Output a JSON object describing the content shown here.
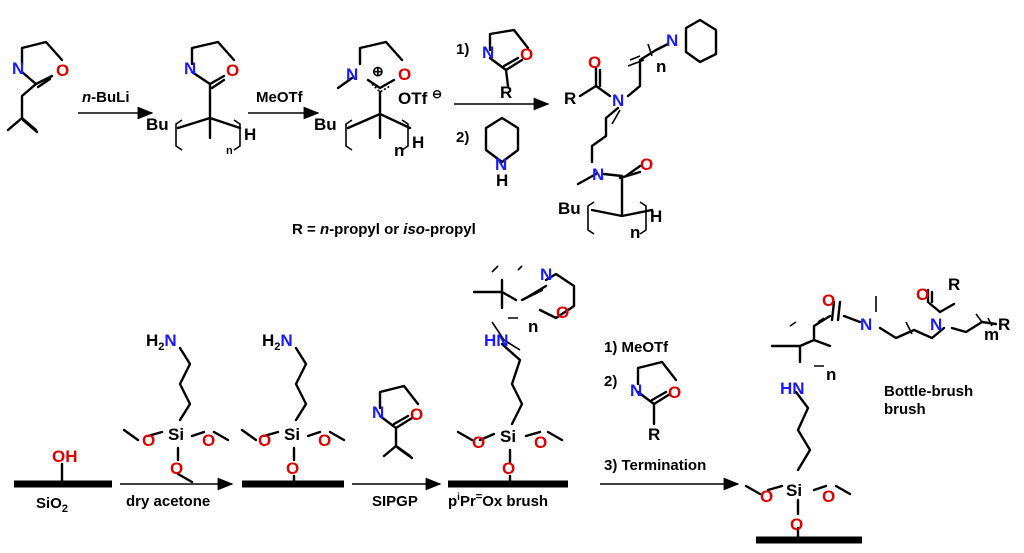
{
  "atoms": {
    "N": "N",
    "O": "O",
    "H": "H",
    "Bu": "Bu",
    "HN": "HN",
    "H2N": "H",
    "sub2": "2",
    "Si": "Si",
    "n": "n",
    "m": "m",
    "R": "R",
    "OH": "OH"
  },
  "charge": {
    "plus": "⊕",
    "minus": "⊖"
  },
  "counter_ion": "OTf",
  "labels": {
    "nBuLi_n": "n",
    "nBuLi_rest": "-BuLi",
    "meotf": "MeOTf",
    "step1": "1)",
    "step2": "2)",
    "step3": "3) Termination",
    "r_def_a": "R = ",
    "r_def_n": "n",
    "r_def_b": "-propyl or ",
    "r_def_iso": "iso",
    "r_def_c": "-propyl",
    "meotf2": "1) MeOTf",
    "sio": "SiO",
    "sio_sub": "2",
    "dry": "dry acetone",
    "sipgp": "SIPGP",
    "brush_p": "p",
    "brush_i": "i",
    "brush_rest": "Pr",
    "brush_eq": "=",
    "brush_end": "Ox brush",
    "bb1": "Bottle-brush",
    "bb2": "brush"
  },
  "colors": {
    "nitrogen": "#1a1aff",
    "oxygen": "#e00000",
    "bond": "#000000"
  }
}
